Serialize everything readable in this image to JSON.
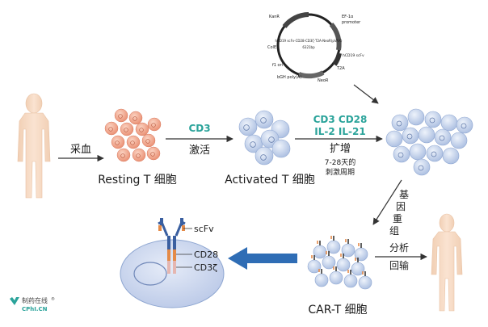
{
  "plasmid": {
    "left_labels": [
      "KanR",
      "ColE1",
      "f1 ori",
      "bGH poly(A)"
    ],
    "center_lines": [
      "hCD19 scFv-CD28-CD3ζ-T2A-NeoR(pVAX)",
      "6321bp"
    ],
    "right_labels": [
      "EF-1α",
      "promoter",
      "hCD19 scFv",
      "T2A"
    ],
    "bottom_label": "NeoR"
  },
  "step1": {
    "label": "采血"
  },
  "resting": {
    "label": "Resting T 细胞"
  },
  "step2": {
    "marker": "CD3",
    "label": "激活"
  },
  "activated": {
    "label": "Activated T 细胞"
  },
  "step3": {
    "markers_line1": "CD3  CD28",
    "markers_line2": "IL-2  IL-21",
    "label": "扩增",
    "note_line1": "7-28天的",
    "note_line2": "刺激周期"
  },
  "step4": {
    "label_chars": [
      "基",
      "因",
      "重",
      "组"
    ]
  },
  "cart": {
    "label": "CAR-T 细胞"
  },
  "step5": {
    "line1": "分析",
    "line2": "回输"
  },
  "receptor": {
    "domains": [
      "scFv",
      "CD28",
      "CD3ζ"
    ]
  },
  "watermark": {
    "name": "制药在线",
    "mark": "®",
    "site": "CPhI.CN"
  },
  "colors": {
    "human": "#f4d7bf",
    "resting_cell": "#f3a58b",
    "activated_cell": "#c9d6ec",
    "teal": "#2aa39a",
    "arrow": "#333333",
    "big_arrow": "#2f6db5"
  }
}
